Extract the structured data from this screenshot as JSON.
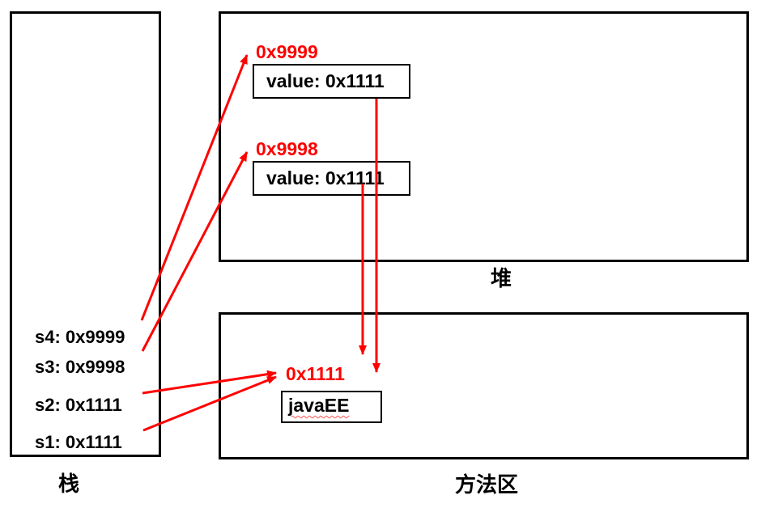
{
  "diagram": {
    "accent_color": "#ff0000",
    "stack": {
      "label": "栈",
      "items": [
        {
          "text": "s4: 0x9999"
        },
        {
          "text": "s3: 0x9998"
        },
        {
          "text": "s2: 0x1111"
        },
        {
          "text": "s1: 0x1111"
        }
      ]
    },
    "heap": {
      "label": "堆",
      "objects": [
        {
          "address": "0x9999",
          "value": "value: 0x1111"
        },
        {
          "address": "0x9998",
          "value": "value: 0x1111"
        }
      ]
    },
    "method_area": {
      "label": "方法区",
      "address": "0x1111",
      "string_constant": "javaEE"
    }
  }
}
